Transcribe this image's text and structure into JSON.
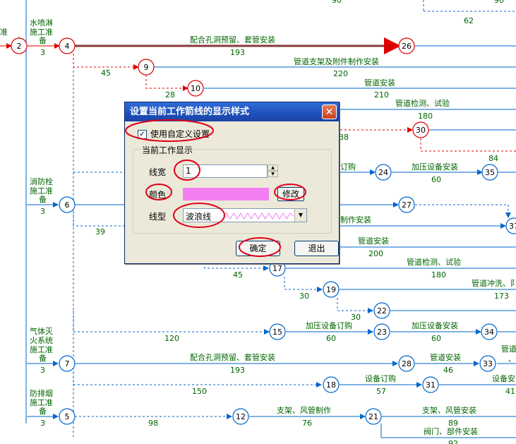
{
  "network": {
    "nodes": [
      {
        "id": "2",
        "color": "red"
      },
      {
        "id": "4",
        "color": "red"
      },
      {
        "id": "26",
        "color": "red"
      },
      {
        "id": "9",
        "color": "red"
      },
      {
        "id": "10",
        "color": "red"
      },
      {
        "id": "30",
        "color": "red"
      },
      {
        "id": "6",
        "color": "blue"
      },
      {
        "id": "24",
        "color": "blue"
      },
      {
        "id": "35",
        "color": "blue"
      },
      {
        "id": "27",
        "color": "blue"
      },
      {
        "id": "37",
        "color": "blue"
      },
      {
        "id": "17",
        "color": "blue"
      },
      {
        "id": "19",
        "color": "blue"
      },
      {
        "id": "22",
        "color": "blue"
      },
      {
        "id": "15",
        "color": "blue"
      },
      {
        "id": "23",
        "color": "blue"
      },
      {
        "id": "34",
        "color": "blue"
      },
      {
        "id": "7",
        "color": "blue"
      },
      {
        "id": "28",
        "color": "blue"
      },
      {
        "id": "33",
        "color": "blue"
      },
      {
        "id": "18",
        "color": "blue"
      },
      {
        "id": "31",
        "color": "blue"
      },
      {
        "id": "5",
        "color": "blue"
      },
      {
        "id": "12",
        "color": "blue"
      },
      {
        "id": "21",
        "color": "blue"
      }
    ],
    "left_labels": [
      {
        "text": "水喷淋施工准备",
        "dur": "3"
      },
      {
        "text": "消防栓施工准备",
        "dur": "3"
      },
      {
        "text": "气体灭火系统施工准备",
        "dur": "3"
      },
      {
        "text": "防排烟施工准备",
        "dur": "3"
      }
    ],
    "edge_labels": {
      "top_right_dur_a": "90",
      "top_right_dur_b": "90",
      "dur_62": "62",
      "e_4_26": "配合孔洞预留、套管安装",
      "e_4_26_d": "193",
      "e_9": "管道支架及附件制作安装",
      "e_9_d": "220",
      "d_45": "45",
      "e_10": "管道安装",
      "e_10_d": "210",
      "d_28": "28",
      "e_test": "管道检测、试验",
      "e_test_d": "180",
      "d_38": "38",
      "d_84": "84",
      "e_buy": "订购",
      "e_24_35": "加压设备安装",
      "e_24_35_d": "60",
      "d_39": "39",
      "e_make": "制作安装",
      "e_pipe2": "管道安装",
      "e_pipe2_d": "200",
      "d_45b": "45",
      "e_test2": "管道检测、试验",
      "e_test2_d": "180",
      "e_flush": "管道冲洗、阝",
      "e_flush_d": "173",
      "d_30": "30",
      "d_30b": "30",
      "d_120": "120",
      "e_15_23": "加压设备订购",
      "e_15_23_d": "60",
      "e_23_34": "加压设备安装",
      "e_23_34_d": "60",
      "e_7_28": "配合孔洞预留、套管安装",
      "e_7_28_d": "193",
      "e_28_33": "管道安装",
      "e_28_33_d": "46",
      "e_33": "管道",
      "e_33b": "、",
      "d_150": "150",
      "e_18_31": "设备订购",
      "e_18_31_d": "57",
      "e_31": "设备安",
      "e_31_d": "41",
      "d_98": "98",
      "e_12_21": "支架、风管制作",
      "e_12_21_d": "76",
      "e_21": "支架、风管安装",
      "e_21_d": "89",
      "e_valve": "阀门、部件安装",
      "e_valve_d": "92",
      "left_top": "准"
    }
  },
  "dialog": {
    "title": "设置当前工作箭线的显示样式",
    "close": "✕",
    "use_custom": "使用自定义设置",
    "use_custom_checked": "✓",
    "group_title": "当前工作显示",
    "width_label": "线宽",
    "width_value": "1",
    "color_label": "颜色",
    "color_value": "#f27ff2",
    "modify_button": "修改",
    "style_label": "线型",
    "style_value": "波浪线",
    "ok_button": "确定",
    "cancel_button": "退出"
  },
  "colors": {
    "accent": "#0066cc",
    "critical": "#dd0000",
    "critical_path": "#8b3a3a",
    "annotation": "#e0001a",
    "label": "#006400"
  }
}
